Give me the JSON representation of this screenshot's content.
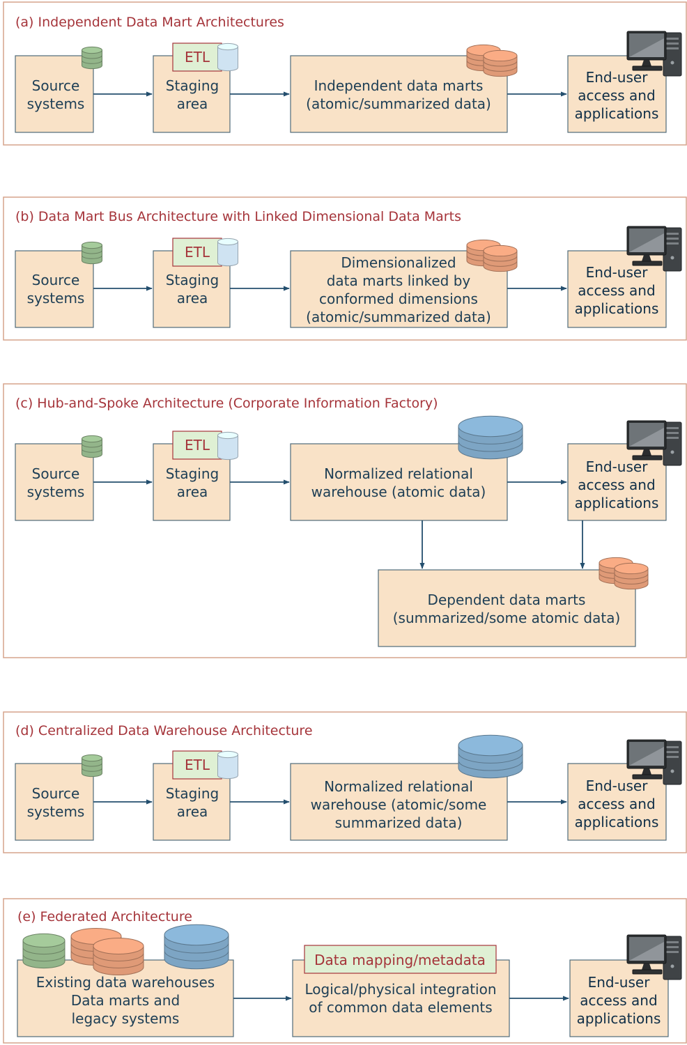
{
  "colors": {
    "title": "#a5343a",
    "box_fill": "#f9e2c7",
    "box_stroke": "#4f6b7a",
    "arrow": "#244f6e",
    "db_green": "#93b58a",
    "db_blue_light": "#cfe3f2",
    "db_orange": "#df9a77",
    "db_blue": "#7da5c4",
    "etl_fill": "#dff0d4"
  },
  "panels": {
    "a": {
      "title": "(a) Independent Data Mart Architectures",
      "source": [
        "Source",
        "systems"
      ],
      "etl": "ETL",
      "staging": [
        "Staging",
        "area"
      ],
      "middle": [
        "Independent data marts",
        "(atomic/summarized data)"
      ],
      "enduser": [
        "End-user",
        "access and",
        "applications"
      ]
    },
    "b": {
      "title": "(b) Data Mart Bus Architecture with Linked Dimensional Data Marts",
      "source": [
        "Source",
        "systems"
      ],
      "etl": "ETL",
      "staging": [
        "Staging",
        "area"
      ],
      "middle": [
        "Dimensionalized",
        "data marts linked by",
        "conformed dimensions",
        "(atomic/summarized data)"
      ],
      "enduser": [
        "End-user",
        "access and",
        "applications"
      ]
    },
    "c": {
      "title": "(c) Hub-and-Spoke Architecture (Corporate Information Factory)",
      "source": [
        "Source",
        "systems"
      ],
      "etl": "ETL",
      "staging": [
        "Staging",
        "area"
      ],
      "middle": [
        "Normalized relational",
        "warehouse (atomic data)"
      ],
      "enduser": [
        "End-user",
        "access and",
        "applications"
      ],
      "dependent": [
        "Dependent data marts",
        "(summarized/some atomic data)"
      ]
    },
    "d": {
      "title": "(d) Centralized Data Warehouse Architecture",
      "source": [
        "Source",
        "systems"
      ],
      "etl": "ETL",
      "staging": [
        "Staging",
        "area"
      ],
      "middle": [
        "Normalized relational",
        "warehouse (atomic/some",
        "summarized data)"
      ],
      "enduser": [
        "End-user",
        "access and",
        "applications"
      ]
    },
    "e": {
      "title": "(e) Federated Architecture",
      "existing": [
        "Existing data warehouses",
        "Data marts and",
        "legacy systems"
      ],
      "mapping": "Data mapping/metadata",
      "integration": [
        "Logical/physical integration",
        "of common data elements"
      ],
      "enduser": [
        "End-user",
        "access and",
        "applications"
      ]
    }
  }
}
